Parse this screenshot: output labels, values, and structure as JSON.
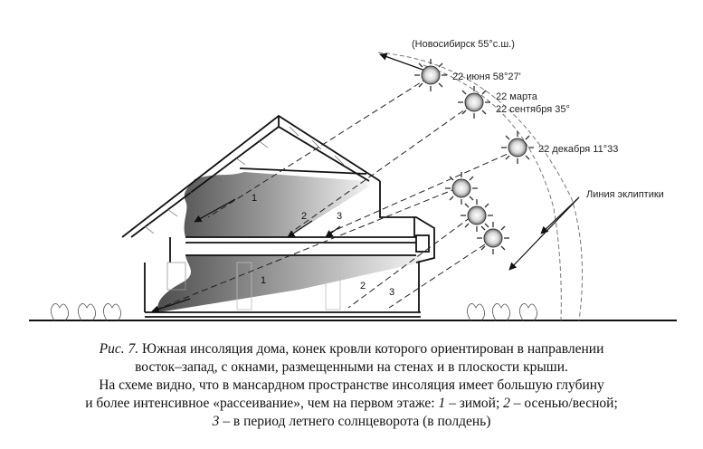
{
  "diagram": {
    "location_label": "(Новосибирск 55°с.ш.)",
    "sun_positions": [
      {
        "line1": "22 июня 58°27'",
        "line2": ""
      },
      {
        "line1": "22 марта",
        "line2": "22 сентября 35°"
      },
      {
        "line1": "22 декабря 11°33",
        "line2": ""
      }
    ],
    "ecliptic_label": "Линия эклиптики",
    "ray_numbers": [
      "1",
      "2",
      "3"
    ]
  },
  "caption": {
    "fig_prefix": "Рис. 7.",
    "line1_rest": " Южная инсоляция дома, конек кровли которого ориентирован в направлении",
    "line2": "восток–запад, с окнами, размещенными на стенах и в плоскости крыши.",
    "line3": "На схеме видно, что в мансардном пространстве инсоляция имеет большую глубину",
    "line4_a": "и более интенсивное «рассеивание», чем на первом этаже: ",
    "n1": "1",
    "line4_b": " – зимой; ",
    "n2": "2",
    "line4_c": " – осенью/весной;",
    "n3": "3",
    "line5_rest": " – в период летнего солнцеворота (в полдень)"
  }
}
